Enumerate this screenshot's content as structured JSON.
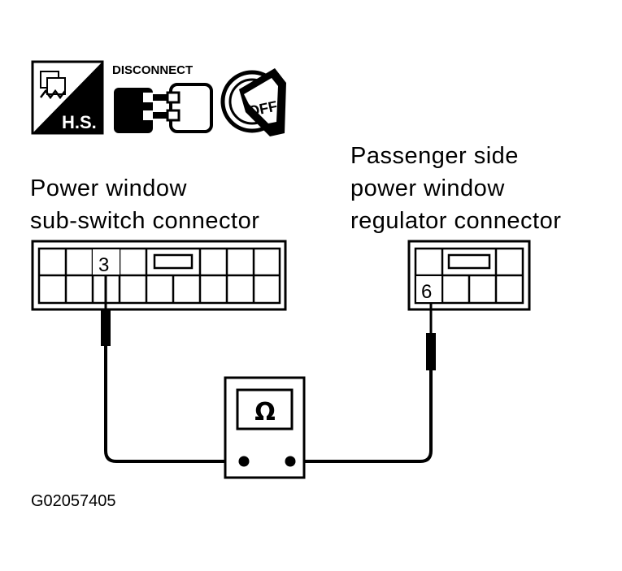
{
  "icons": {
    "harness_sign": "H.S.",
    "disconnect_label": "DISCONNECT",
    "ignition_label": "OFF",
    "ignition_icon": "ignition-key-off-icon",
    "disconnect_icon": "disconnect-connector-icon",
    "harness_icon": "harness-side-icon"
  },
  "left_connector": {
    "title_line1": "Power window",
    "title_line2": "sub-switch connector",
    "pin": "3"
  },
  "right_connector": {
    "title_line1": "Passenger side",
    "title_line2": "power window",
    "title_line3": "regulator connector",
    "pin": "6"
  },
  "meter": {
    "symbol": "Ω",
    "icon": "ohmmeter-icon"
  },
  "figure_id": "G02057405"
}
